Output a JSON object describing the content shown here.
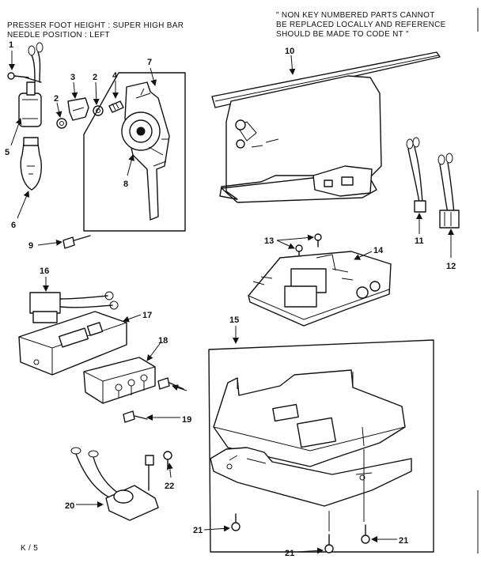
{
  "header": {
    "spec_line_1": "PRESSER FOOT HEIGHT : SUPER HIGH BAR",
    "spec_line_2": "NEEDLE POSITION : LEFT",
    "note_line_1": "\" NON KEY NUMBERED PARTS CANNOT",
    "note_line_2": "BE REPLACED LOCALLY AND REFERENCE",
    "note_line_3": "SHOULD BE MADE TO CODE NT \""
  },
  "footer": {
    "page_code": "K / 5"
  },
  "part_numbers": {
    "p1": "1",
    "p2a": "2",
    "p2b": "2",
    "p3": "3",
    "p4": "4",
    "p5": "5",
    "p6": "6",
    "p7": "7",
    "p8": "8",
    "p9": "9",
    "p10": "10",
    "p11": "11",
    "p12": "12",
    "p13": "13",
    "p14": "14",
    "p15": "15",
    "p16": "16",
    "p17": "17",
    "p18": "18",
    "p19": "19",
    "p20": "20",
    "p21a": "21",
    "p21b": "21",
    "p21c": "21",
    "p22": "22"
  },
  "colors": {
    "ink": "#111111",
    "paper": "#ffffff"
  }
}
